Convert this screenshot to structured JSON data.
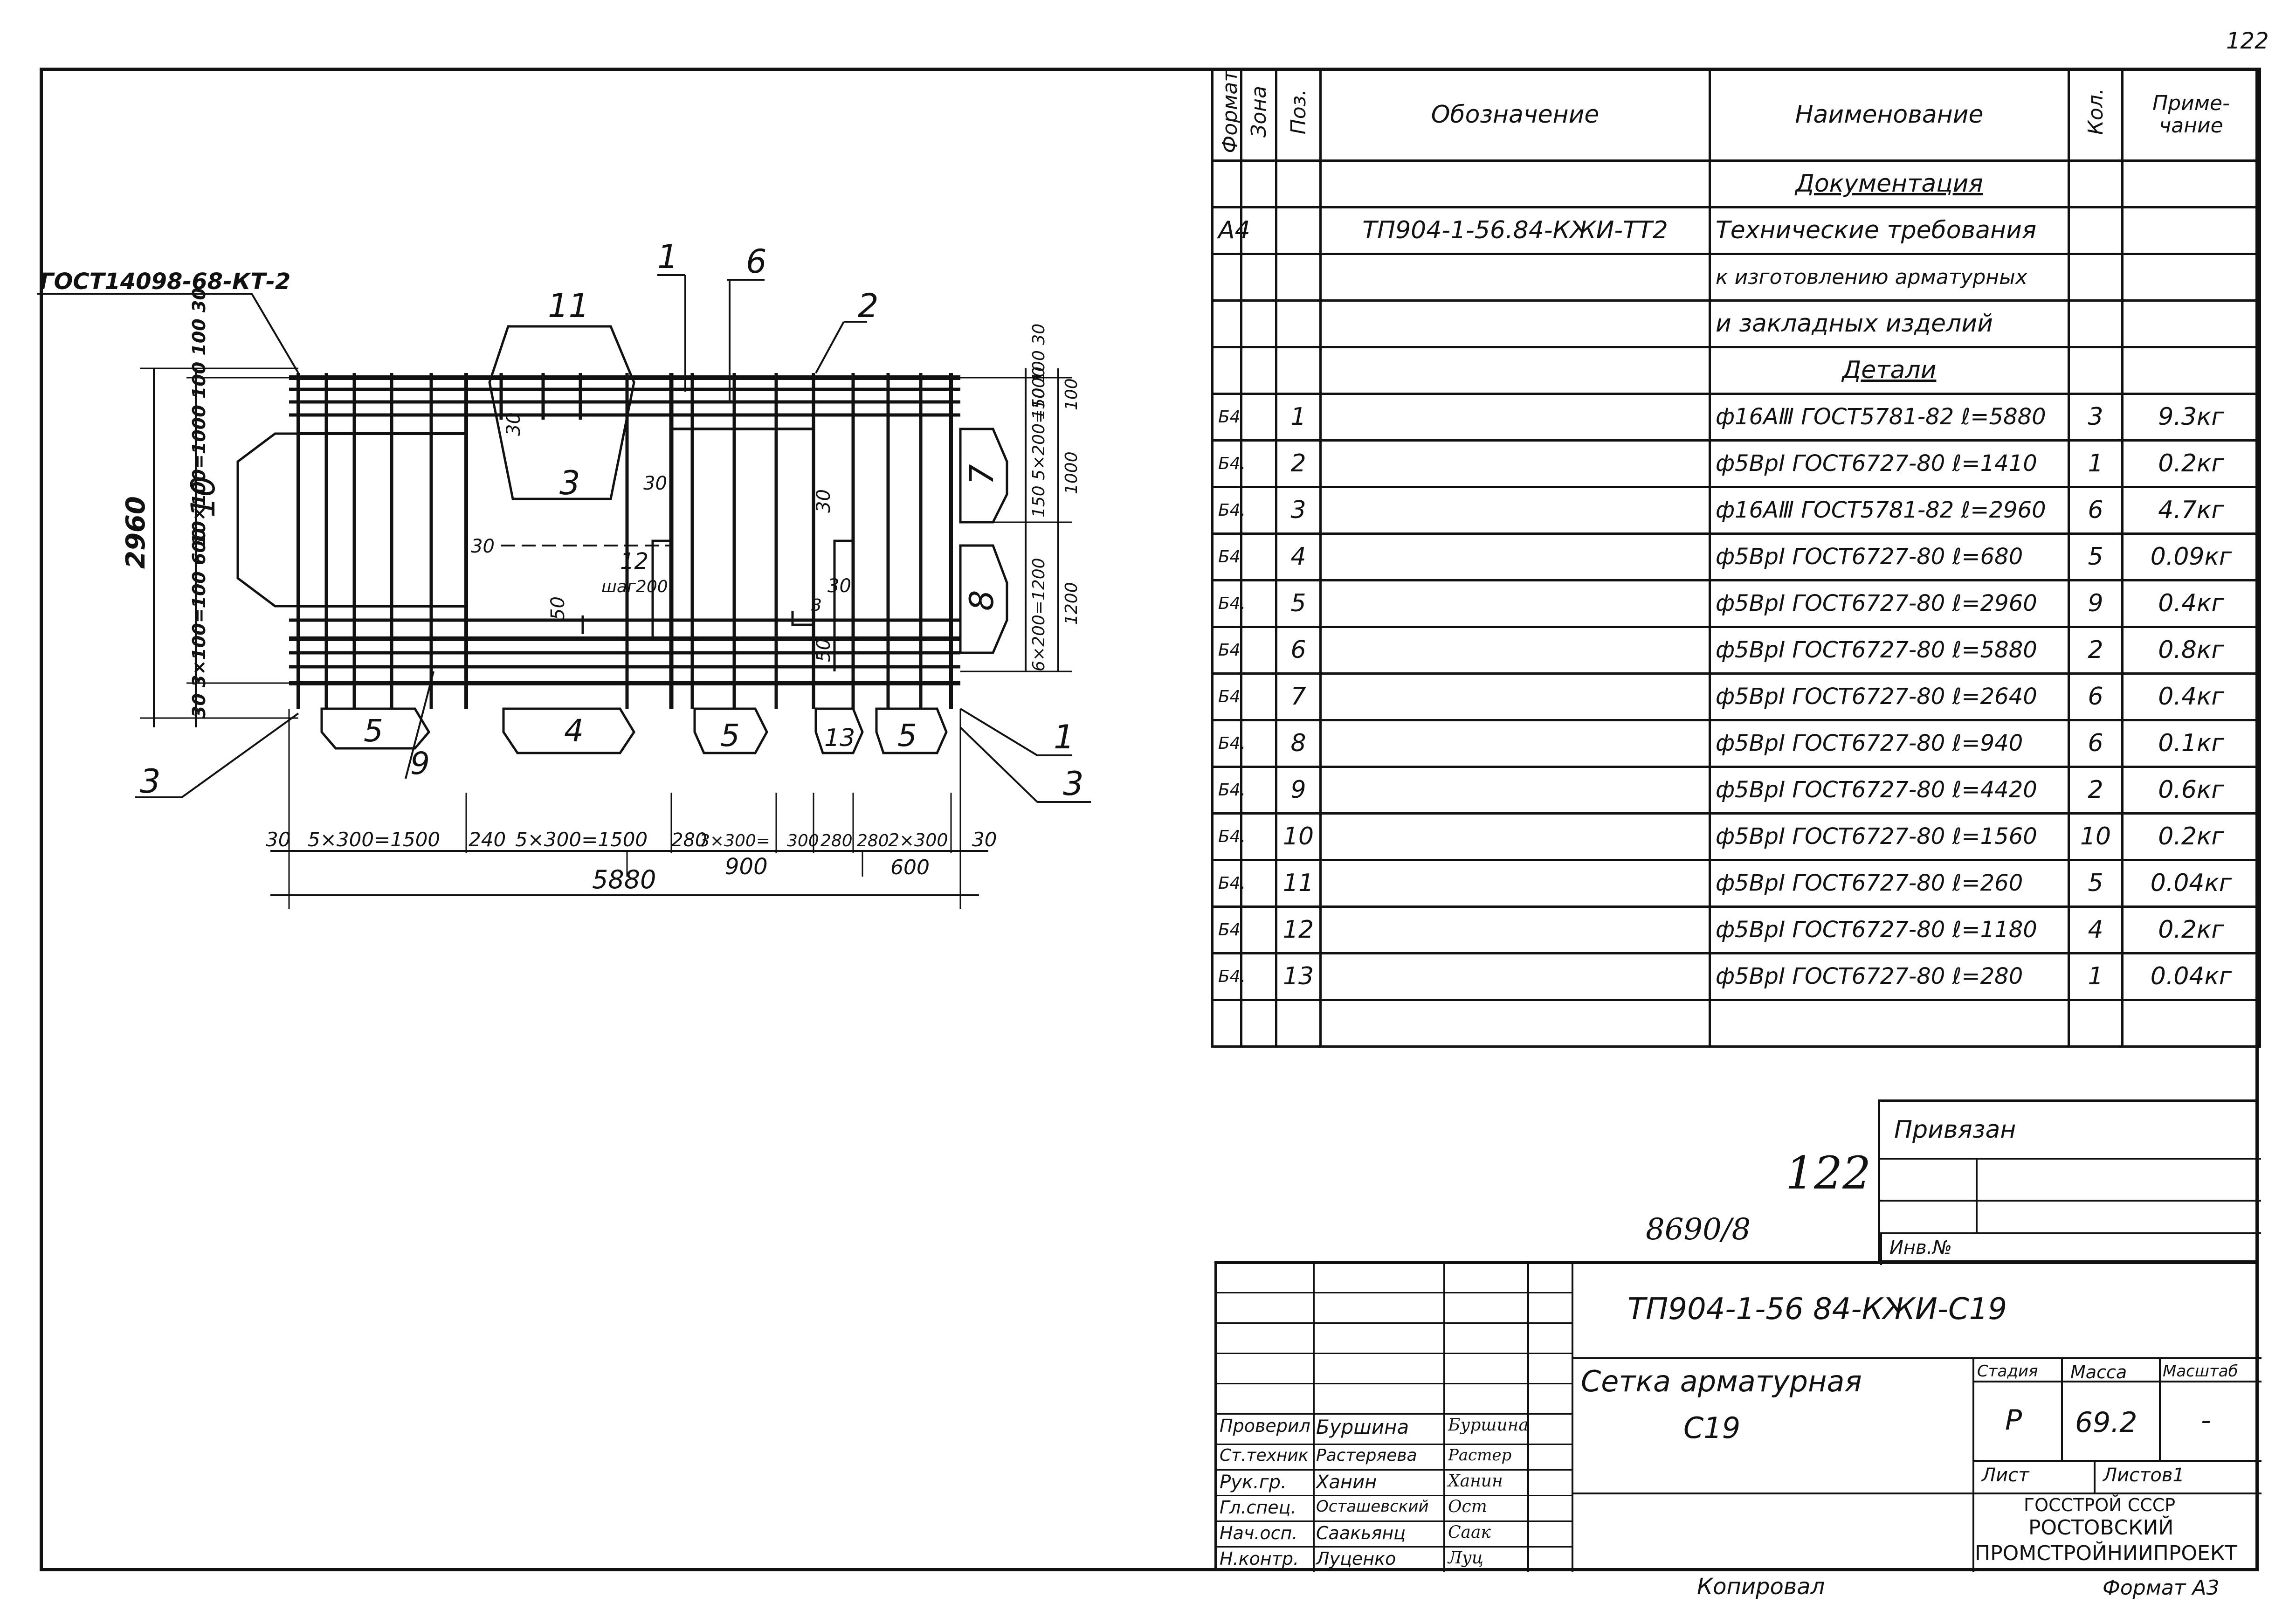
{
  "page_number": "122",
  "drawing": {
    "gost_label": "ГОСТ14098-68-КТ-2",
    "position_callouts": [
      "1",
      "6",
      "11",
      "2",
      "3",
      "10",
      "7",
      "8",
      "12",
      "5",
      "4",
      "5",
      "13",
      "5",
      "9",
      "3",
      "1",
      "3"
    ],
    "spacing_note": "шаг200",
    "small_dims": [
      "30",
      "30",
      "30",
      "50",
      "30",
      "30",
      "50",
      "3"
    ],
    "left_dims": {
      "total": "2960",
      "upper": "10×100=1000 100 100 30",
      "lower": "30 3×100=100 600",
      "mark": "10"
    },
    "right_dims": {
      "top": "150 100 30",
      "upper": "150 5×200=1000",
      "lower": "6×200=1200",
      "t100": "100",
      "t1000": "1000",
      "t1200": "1200"
    },
    "bottom_dims": {
      "segments": [
        "30",
        "5×300=1500",
        "240",
        "5×300=1500",
        "280",
        "3×300=",
        "300",
        "280",
        "280",
        "2×300",
        "30"
      ],
      "sub_900": "900",
      "sub_600": "600",
      "total": "5880"
    }
  },
  "spec": {
    "headers": {
      "format": "Формат",
      "zone": "Зона",
      "pos": "Поз.",
      "designation": "Обозначение",
      "name": "Наименование",
      "qty": "Кол.",
      "note": "Приме-чание"
    },
    "section_docs": "Документация",
    "doc_row": {
      "format": "А4",
      "designation": "ТП904-1-56.84-КЖИ-ТТ2",
      "name_lines": [
        "Технические требования",
        "к изготовлению арматурных",
        "и закладных изделий"
      ]
    },
    "section_parts": "Детали",
    "rows": [
      {
        "format": "Б4",
        "pos": "1",
        "name": "ф16АⅢ ГОСТ5781-82 ℓ=5880",
        "qty": "3",
        "note": "9.3кг"
      },
      {
        "format": "Б4.",
        "pos": "2",
        "name": "ф5ВрⅠ ГОСТ6727-80 ℓ=1410",
        "qty": "1",
        "note": "0.2кг"
      },
      {
        "format": "Б4.",
        "pos": "3",
        "name": "ф16АⅢ ГОСТ5781-82 ℓ=2960",
        "qty": "6",
        "note": "4.7кг"
      },
      {
        "format": "Б4",
        "pos": "4",
        "name": "ф5ВрⅠ ГОСТ6727-80 ℓ=680",
        "qty": "5",
        "note": "0.09кг"
      },
      {
        "format": "Б4.",
        "pos": "5",
        "name": "ф5ВрⅠ ГОСТ6727-80 ℓ=2960",
        "qty": "9",
        "note": "0.4кг"
      },
      {
        "format": "Б4",
        "pos": "6",
        "name": "ф5ВрⅠ ГОСТ6727-80 ℓ=5880",
        "qty": "2",
        "note": "0.8кг"
      },
      {
        "format": "Б4",
        "pos": "7",
        "name": "ф5ВрⅠ ГОСТ6727-80 ℓ=2640",
        "qty": "6",
        "note": "0.4кг"
      },
      {
        "format": "Б4.",
        "pos": "8",
        "name": "ф5ВрⅠ ГОСТ6727-80 ℓ=940",
        "qty": "6",
        "note": "0.1кг"
      },
      {
        "format": "Б4.",
        "pos": "9",
        "name": "ф5ВрⅠ ГОСТ6727-80 ℓ=4420",
        "qty": "2",
        "note": "0.6кг"
      },
      {
        "format": "Б4.",
        "pos": "10",
        "name": "ф5ВрⅠ ГОСТ6727-80 ℓ=1560",
        "qty": "10",
        "note": "0.2кг"
      },
      {
        "format": "Б4.",
        "pos": "11",
        "name": "ф5ВрⅠ ГОСТ6727-80 ℓ=260",
        "qty": "5",
        "note": "0.04кг"
      },
      {
        "format": "Б4",
        "pos": "12",
        "name": "ф5ВрⅠ ГОСТ6727-80 ℓ=1180",
        "qty": "4",
        "note": "0.2кг"
      },
      {
        "format": "Б4.",
        "pos": "13",
        "name": "ф5ВрⅠ ГОСТ6727-80 ℓ=280",
        "qty": "1",
        "note": "0.04кг"
      }
    ]
  },
  "binding": {
    "title": "Привязан",
    "inv_label": "Инв.№"
  },
  "handwritten": {
    "sheet_no": "122",
    "number": "8690/8"
  },
  "title_block": {
    "code": "ТП904-1-56 84-КЖИ-С19",
    "item_name_1": "Сетка арматурная",
    "item_name_2": "С19",
    "stage_label": "Стадия",
    "mass_label": "Масса",
    "scale_label": "Масштаб",
    "stage": "Р",
    "mass": "69.2",
    "scale": "-",
    "sheet_label": "Лист",
    "sheets_label": "Листов1",
    "org_1": "ГОССТРОЙ СССР",
    "org_2": "РОСТОВСКИЙ",
    "org_3": "ПРОМСТРОЙНИИПРОЕКТ",
    "roles": [
      {
        "role": "Проверил",
        "name": "Буршина",
        "sign": "Буршина"
      },
      {
        "role": "Ст.техник",
        "name": "Растеряева",
        "sign": "Растер"
      },
      {
        "role": "Рук.гр.",
        "name": "Ханин",
        "sign": "Ханин"
      },
      {
        "role": "Гл.спец.",
        "name": "Осташевский",
        "sign": "Ост"
      },
      {
        "role": "Нач.осп.",
        "name": "Саакьянц",
        "sign": "Саак"
      },
      {
        "role": "Н.контр.",
        "name": "Луценко",
        "sign": "Луц"
      }
    ]
  },
  "footer": {
    "copied": "Копировал",
    "format": "Формат А3"
  }
}
